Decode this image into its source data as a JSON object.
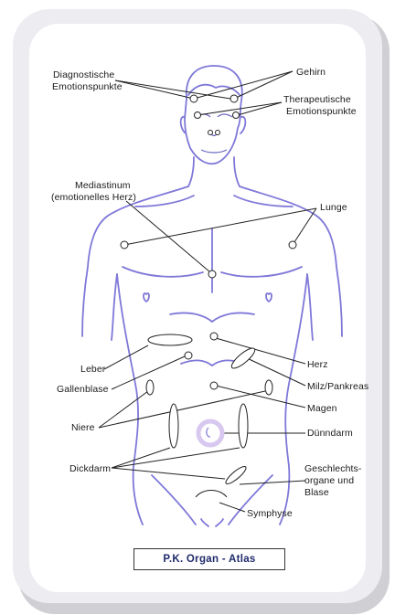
{
  "labels": {
    "diagnostische": "Diagnostische",
    "emotionspunkte": "Emotionspunkte",
    "gehirn": "Gehirn",
    "therapeutische": "Therapeutische",
    "emotionspunkte_2": "Emotionspunkte",
    "mediastinum": "Mediastinum",
    "emotionelles_herz": "(emotionelles Herz)",
    "lunge": "Lunge",
    "leber": "Leber",
    "herz": "Herz",
    "gallenblase": "Gallenblase",
    "milz_pankreas": "Milz/Pankreas",
    "magen": "Magen",
    "niere": "Niere",
    "duenndarm": "Dünndarm",
    "dickdarm": "Dickdarm",
    "geschlechts": "Geschlechts-",
    "organe_und": "organe und",
    "blase": "Blase",
    "symphyse": "Symphyse"
  },
  "title": "P.K. Organ - Atlas",
  "colors": {
    "body_outline": "#7f78d8",
    "leader_line": "#222222",
    "marker_fill": "#ffffff",
    "navel_ring": "#d8c8f0",
    "title_text": "#1f2a6a"
  }
}
